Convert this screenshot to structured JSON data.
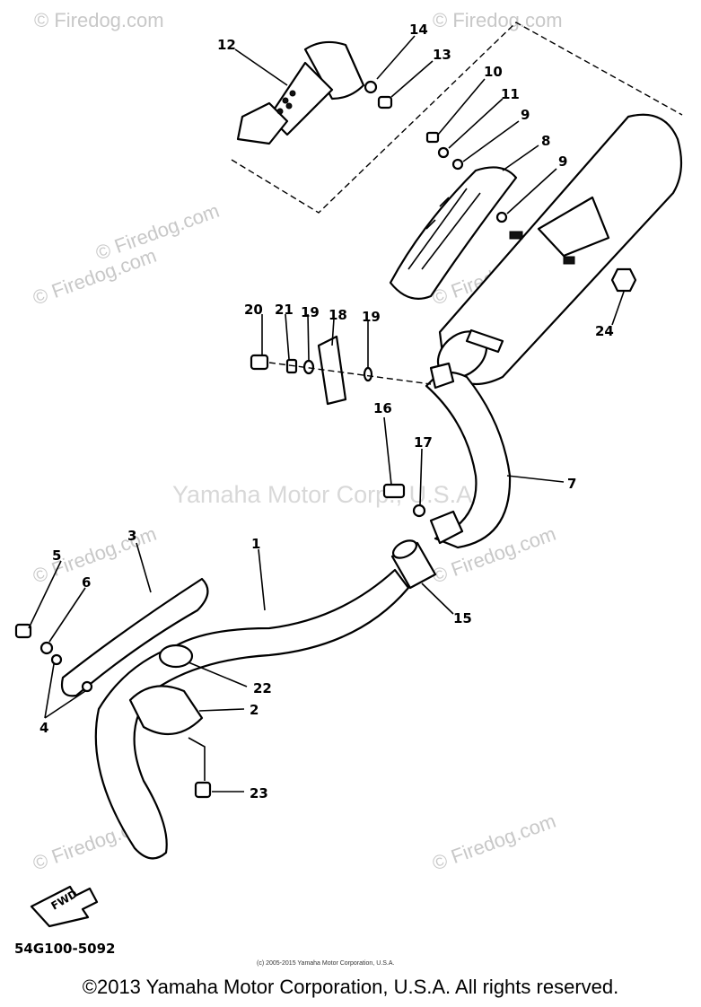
{
  "diagram": {
    "watermarks": [
      "© Firedog.com",
      "© Firedog.com",
      "© Firedog.com",
      "© Firedog.com",
      "© Firedog.com",
      "© Firedog.com",
      "© Firedog.com",
      "© Firedog.com",
      "© Firedog.com"
    ],
    "center_watermark": "Yamaha Motor Corp., U.S.A.",
    "callouts": [
      "1",
      "2",
      "3",
      "4",
      "5",
      "6",
      "7",
      "8",
      "9",
      "9",
      "10",
      "11",
      "12",
      "13",
      "14",
      "15",
      "16",
      "17",
      "18",
      "19",
      "19",
      "20",
      "21",
      "22",
      "23",
      "24"
    ],
    "fwd_label": "FWD",
    "part_code": "54G100-5092",
    "small_copyright": "(c) 2005-2015 Yamaha Motor Corporation, U.S.A.",
    "copyright": "©2013 Yamaha Motor Corporation, U.S.A. All rights reserved."
  }
}
